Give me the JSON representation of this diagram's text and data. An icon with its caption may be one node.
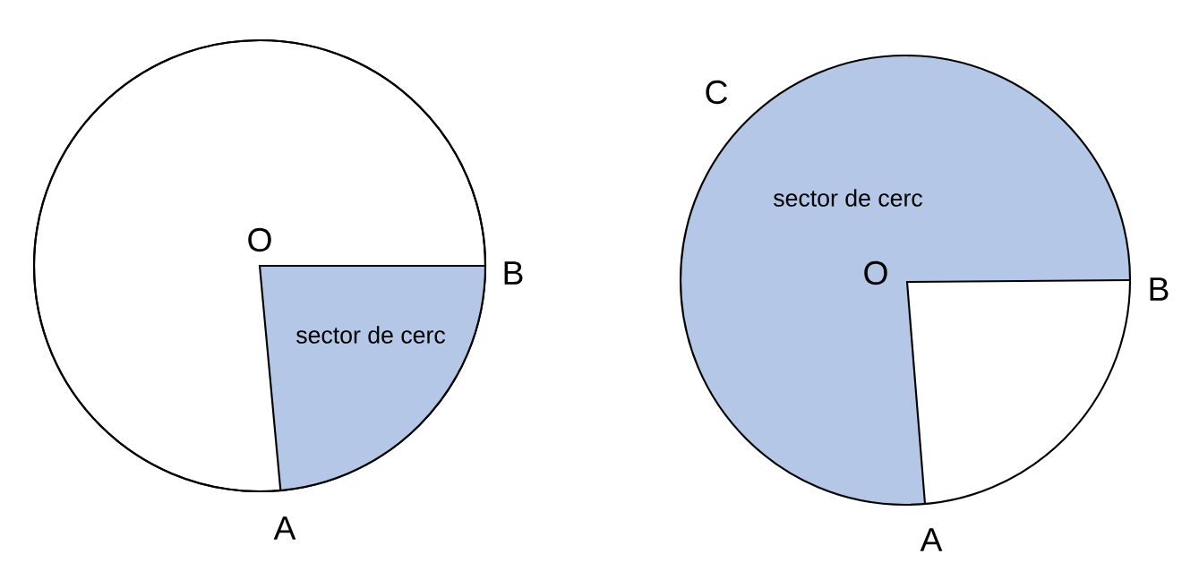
{
  "diagram": {
    "labels": [
      "O",
      "B",
      "sector de cerc",
      "A",
      "C",
      "sector de cerc",
      "O",
      "B",
      "A"
    ]
  }
}
